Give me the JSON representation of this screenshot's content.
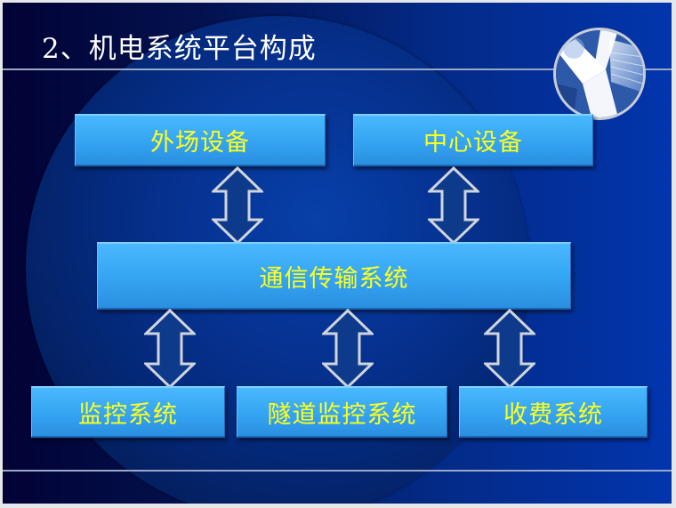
{
  "slide": {
    "title": "2、机电系统平台构成",
    "colors": {
      "background_dark": "#020235",
      "background_light": "#0235ad",
      "box_fill": "#36a6f4",
      "box_text": "#ffff1a",
      "arrow_fill": "#0e3a8c",
      "arrow_stroke": "#d0d4dc",
      "rule": "#9aa7c7"
    }
  },
  "diagram": {
    "top_row": [
      {
        "label": "外场设备"
      },
      {
        "label": "中心设备"
      }
    ],
    "middle": {
      "label": "通信传输系统"
    },
    "bottom_row": [
      {
        "label": "监控系统"
      },
      {
        "label": "隧道监控系统"
      },
      {
        "label": "收费系统"
      }
    ],
    "connections": [
      {
        "from": "外场设备",
        "to": "通信传输系统",
        "type": "bidirectional"
      },
      {
        "from": "中心设备",
        "to": "通信传输系统",
        "type": "bidirectional"
      },
      {
        "from": "通信传输系统",
        "to": "监控系统",
        "type": "bidirectional"
      },
      {
        "from": "通信传输系统",
        "to": "隧道监控系统",
        "type": "bidirectional"
      },
      {
        "from": "通信传输系统",
        "to": "收费系统",
        "type": "bidirectional"
      }
    ]
  }
}
